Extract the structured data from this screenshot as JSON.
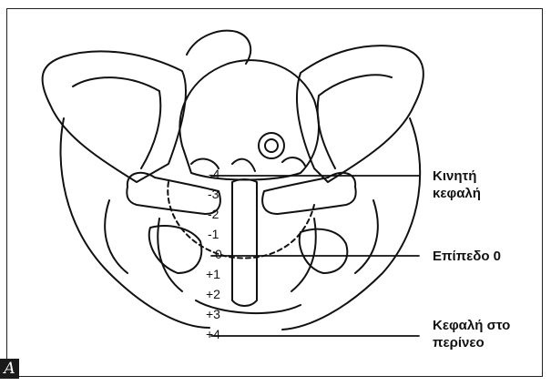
{
  "figure": {
    "panel_letter": "A",
    "station_ticks": [
      "-4",
      "-3",
      "-2",
      "-1",
      "0",
      "+1",
      "+2",
      "+3",
      "+4"
    ],
    "labels": {
      "floating_head_line1": "Κινητή",
      "floating_head_line2": "κεφαλή",
      "station_zero": "Επίπεδο 0",
      "perineum_head_line1": "Κεφαλή στο",
      "perineum_head_line2": "περίνεο"
    }
  }
}
